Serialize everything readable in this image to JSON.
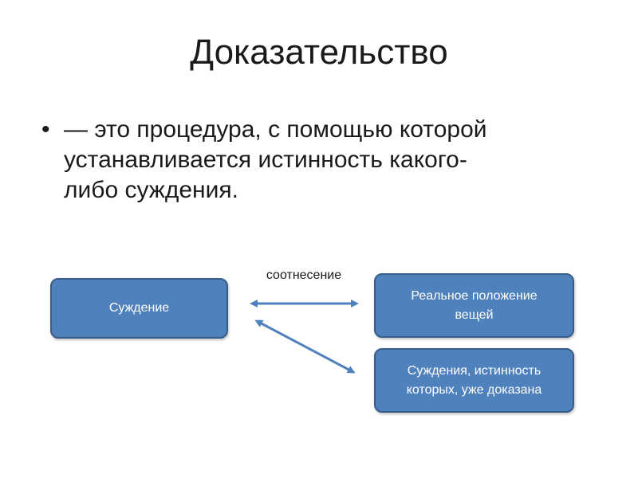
{
  "slide": {
    "title": "Доказательство",
    "bullet": {
      "marker": "•",
      "lines": [
        "— это процедура, с помощью которой",
        "устанавливается истинность какого-",
        "либо суждения."
      ]
    }
  },
  "diagram": {
    "box_color": "#4f81bd",
    "box_border_color": "#385d8a",
    "arrow_color": "#4f81bd",
    "nodes": {
      "judgment": {
        "label": "Суждение"
      },
      "reality": {
        "label": "Реальное положение вещей"
      },
      "proven": {
        "label": "Суждения, истинность которых, уже доказана"
      }
    },
    "edges": [
      {
        "from": "judgment",
        "to": "reality",
        "label": "соотнесение",
        "bidirectional": true
      },
      {
        "from": "judgment",
        "to": "proven",
        "label": "",
        "bidirectional": true
      }
    ]
  }
}
